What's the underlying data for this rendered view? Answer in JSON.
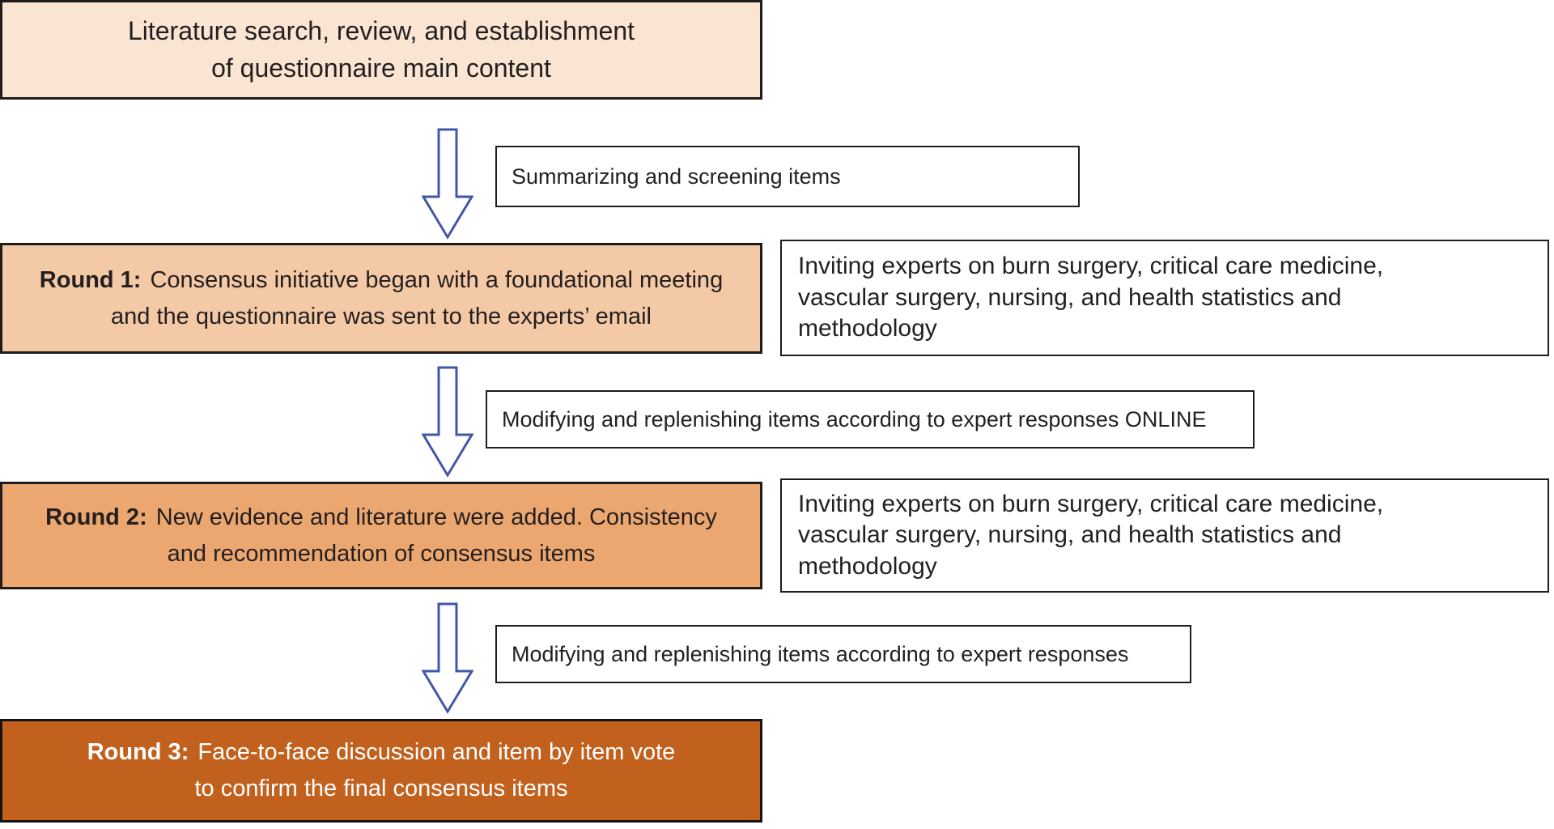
{
  "diagram": {
    "title_box": {
      "line1": "Literature search, review, and establishment",
      "line2": "of questionnaire main content"
    },
    "connectors": [
      {
        "note": "Summarizing and screening items"
      },
      {
        "note": "Modifying and replenishing items according to expert responses ONLINE"
      },
      {
        "note": "Modifying and replenishing items according to expert responses"
      }
    ],
    "rounds": [
      {
        "label": "Round 1:",
        "line1": "Consensus initiative began with a foundational meeting",
        "line2": "and the questionnaire was sent to the experts’ email"
      },
      {
        "label": "Round 2:",
        "line1": "New evidence and literature were added. Consistency",
        "line2": "and recommendation of consensus items"
      },
      {
        "label": "Round 3:",
        "line1": "Face-to-face discussion and item by item vote",
        "line2": "to confirm the final consensus items"
      }
    ],
    "side_notes": [
      {
        "line1": "Inviting experts on burn surgery, critical care medicine,",
        "line2": "vascular surgery, nursing, and health statistics and",
        "line3": "methodology"
      },
      {
        "line1": "Inviting experts on burn surgery, critical care medicine,",
        "line2": "vascular surgery, nursing, and health statistics and",
        "line3": "methodology"
      }
    ],
    "icons": {
      "down_arrow": "block-arrow-down"
    },
    "colors": {
      "title_box_fill": "#f9e5d1",
      "round1_fill": "#f4c9a5",
      "round2_fill": "#eca770",
      "round3_fill": "#c2611d",
      "box_border": "#1f1c1b",
      "arrow_outline": "#4257a8",
      "text_dark": "#231f20",
      "text_light": "#ffffff"
    }
  }
}
